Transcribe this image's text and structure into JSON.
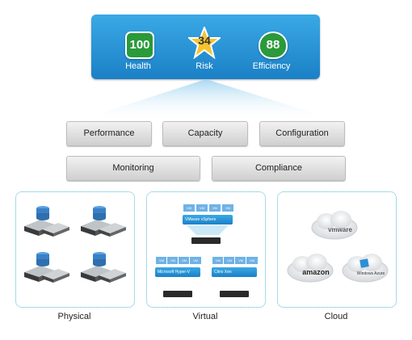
{
  "status": {
    "items": [
      {
        "value": "100",
        "label": "Health",
        "color": "#2a9a3a"
      },
      {
        "value": "34",
        "label": "Risk",
        "color": "#f2c22a"
      },
      {
        "value": "88",
        "label": "Efficiency",
        "color": "#2a9a3a"
      }
    ]
  },
  "capabilities": {
    "row1": [
      "Performance",
      "Capacity",
      "Configuration"
    ],
    "row2": [
      "Monitoring",
      "Compliance"
    ]
  },
  "environments": {
    "physical": {
      "label": "Physical"
    },
    "virtual": {
      "label": "Virtual",
      "vm_label": "VM",
      "top_hypervisor": "VMware vSphere",
      "left_hypervisor": "Microsoft Hyper-V",
      "right_hypervisor": "Citrix Xen"
    },
    "cloud": {
      "label": "Cloud",
      "clouds": [
        "vmware",
        "amazon",
        "Windows Azure"
      ]
    }
  },
  "colors": {
    "panel_blue": "#1b80c6",
    "dotted_border": "#4cb3d8",
    "button_gray": "#d9d9d9"
  }
}
